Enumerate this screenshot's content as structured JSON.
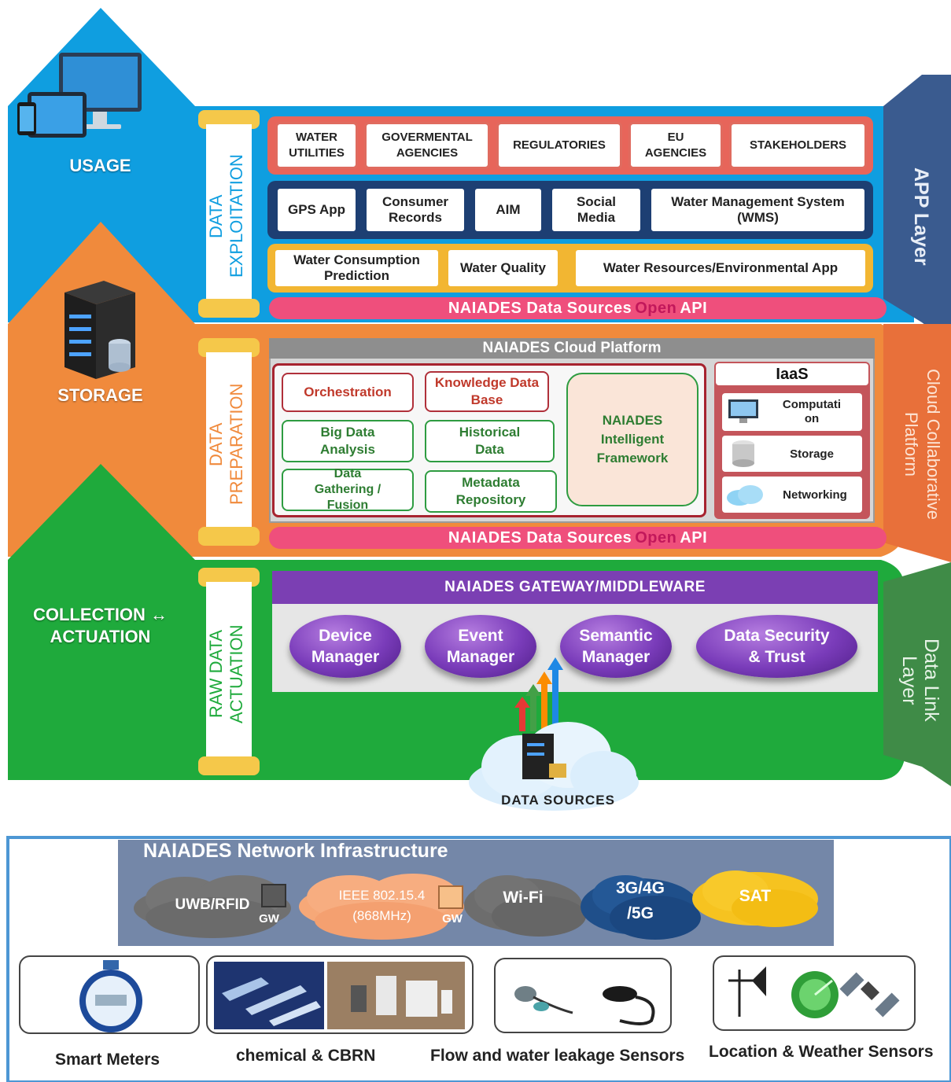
{
  "usage": {
    "label": "USAGE"
  },
  "storage": {
    "label": "STORAGE"
  },
  "collection": {
    "line1": "COLLECTION ↔",
    "line2": "ACTUATION"
  },
  "exploitation": {
    "label_line1": "DATA",
    "label_line2": "EXPLOITATION",
    "row1": [
      "WATER\nUTILITIES",
      "GOVERMENTAL\nAGENCIES",
      "REGULATORIES",
      "EU\nAGENCIES",
      "STAKEHOLDERS"
    ],
    "row2": [
      "GPS App",
      "Consumer\nRecords",
      "AIM",
      "Social\nMedia",
      "Water Management System\n(WMS)"
    ],
    "row3": [
      "Water Consumption\nPrediction",
      "Water Quality",
      "Water Resources/Environmental App"
    ],
    "api_prefix": "NAIADES Data Sources",
    "api_open": "Open",
    "api_suffix": "API"
  },
  "preparation": {
    "label_line1": "DATA",
    "label_line2": "PREPARATION",
    "platform_title": "NAIADES Cloud Platform",
    "orchestration": "Orchestration",
    "knowledge": "Knowledge Data\nBase",
    "big_data": "Big Data\nAnalysis",
    "historical": "Historical\nData",
    "gathering": "Data\nGathering /\nFusion",
    "metadata": "Metadata\nRepository",
    "framework": "NAIADES\nIntelligent\nFramework",
    "iaas_title": "IaaS",
    "iaas_items": [
      "Computati\non",
      "Storage",
      "Networking"
    ],
    "api_prefix": "NAIADES Data Sources",
    "api_open": "Open",
    "api_suffix": "API"
  },
  "actuation": {
    "label_line1": "RAW DATA",
    "label_line2": "ACTUATION",
    "gateway_title": "NAIADES GATEWAY/MIDDLEWARE",
    "managers": [
      "Device\nManager",
      "Event\nManager",
      "Semantic\nManager",
      "Data Security\n& Trust"
    ],
    "data_sources": "DATA SOURCES"
  },
  "right_layers": {
    "app": "APP Layer",
    "cloud": "Cloud Collaborative\nPlatform",
    "datalink": "Data Link\nLayer"
  },
  "network": {
    "title": "NAIADES Network Infrastructure",
    "clouds": [
      "UWB/RFID",
      "IEEE 802.15.4\n(868MHz)",
      "Wi-Fi",
      "3G/4G\n/5G",
      "SAT"
    ],
    "gw_label": "GW"
  },
  "sensors": [
    "Smart Meters",
    "chemical & CBRN",
    "Flow and water leakage Sensors",
    "Location & Weather Sensors"
  ],
  "colors": {
    "blue": "#0f9ee0",
    "orange": "#f08a3c",
    "green": "#1faa3c",
    "navy": "#1d3f73",
    "pink": "#ef4f7c",
    "purple": "#7a3cba",
    "gold": "#f2b632"
  }
}
